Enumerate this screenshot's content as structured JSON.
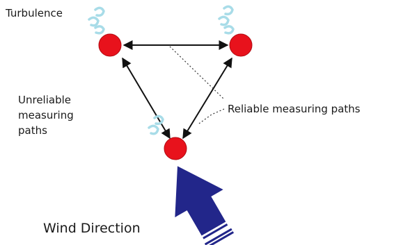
{
  "labels": {
    "turbulence": "Turbulence",
    "unreliable": [
      "Unreliable",
      "measuring",
      "paths"
    ],
    "reliable": "Reliable measuring paths",
    "wind": "Wind Direction"
  },
  "colors": {
    "node": "#e8121c",
    "arrow_big": "#22268a",
    "turbulence_icon": "#a8dce8",
    "line": "#111111"
  }
}
